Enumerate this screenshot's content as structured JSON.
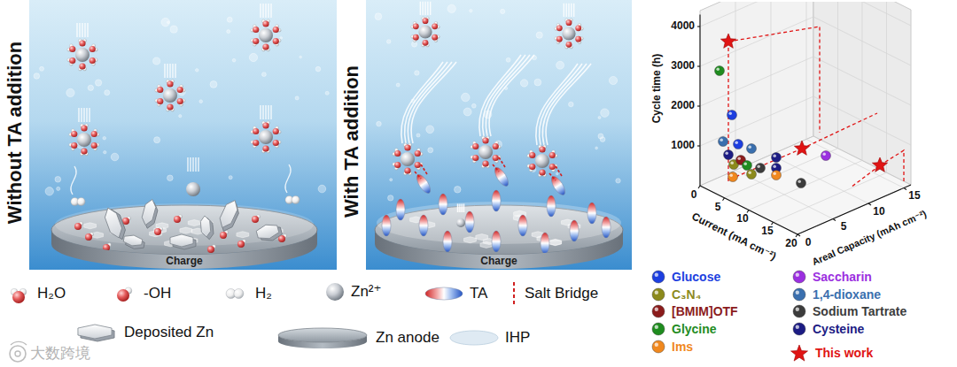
{
  "diagram": {
    "nodes": [
      {
        "text": [
          "Without TA addition"
        ]
      },
      {
        "text": [
          "Charge"
        ],
        "in": 0
      },
      {
        "text": [
          "With TA addition"
        ]
      },
      {
        "text": [
          "Charge"
        ],
        "in": 2
      }
    ],
    "labels": [
      "1000",
      "2000",
      "3000",
      "4000",
      "Cycle time (h)",
      "0",
      "5",
      "10",
      "15",
      "20",
      "Current (mA cm⁻²)",
      "0",
      "5",
      "10",
      "15",
      "Areal Capacity (mAh cm⁻²)",
      "大数跨境"
    ],
    "legend": [
      {
        "text": "H₂O"
      },
      {
        "text": "-OH"
      },
      {
        "text": "H₂"
      },
      {
        "text": "Zn²⁺"
      },
      {
        "text": "TA"
      },
      {
        "text": "Salt Bridge"
      },
      {
        "text": "Deposited Zn"
      },
      {
        "text": "Zn anode"
      },
      {
        "text": "IHP"
      },
      {
        "text": "Glucose",
        "color": "#1d3fe0"
      },
      {
        "text": "C₃N₄",
        "color": "#8c8a1c"
      },
      {
        "text": "[BMIM]OTF",
        "color": "#8b1c1c"
      },
      {
        "text": "Glycine",
        "color": "#1f8c1f"
      },
      {
        "text": "Ims",
        "color": "#f0881e"
      },
      {
        "text": "Saccharin",
        "color": "#9b2fe0"
      },
      {
        "text": "1,4-dioxane",
        "color": "#3a6fae"
      },
      {
        "text": "Sodium Tartrate",
        "color": "#3c3c3c"
      },
      {
        "text": "Cysteine",
        "color": "#1c1c84"
      },
      {
        "text": "This work",
        "color": "#e01414"
      }
    ]
  }
}
